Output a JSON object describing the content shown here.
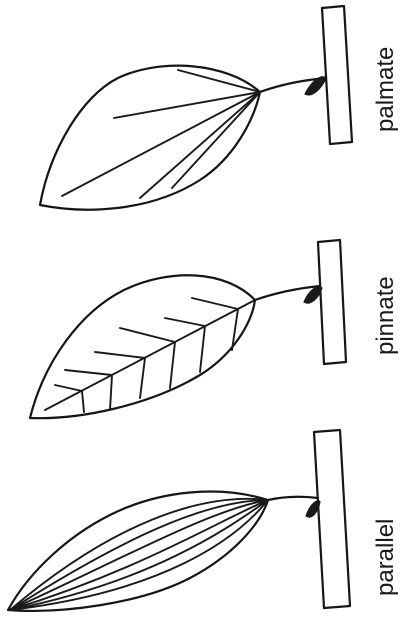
{
  "diagram": {
    "panels": [
      {
        "id": "palmate",
        "label": "palmate"
      },
      {
        "id": "pinnate",
        "label": "pinnate"
      },
      {
        "id": "parallel",
        "label": "parallel"
      }
    ]
  }
}
